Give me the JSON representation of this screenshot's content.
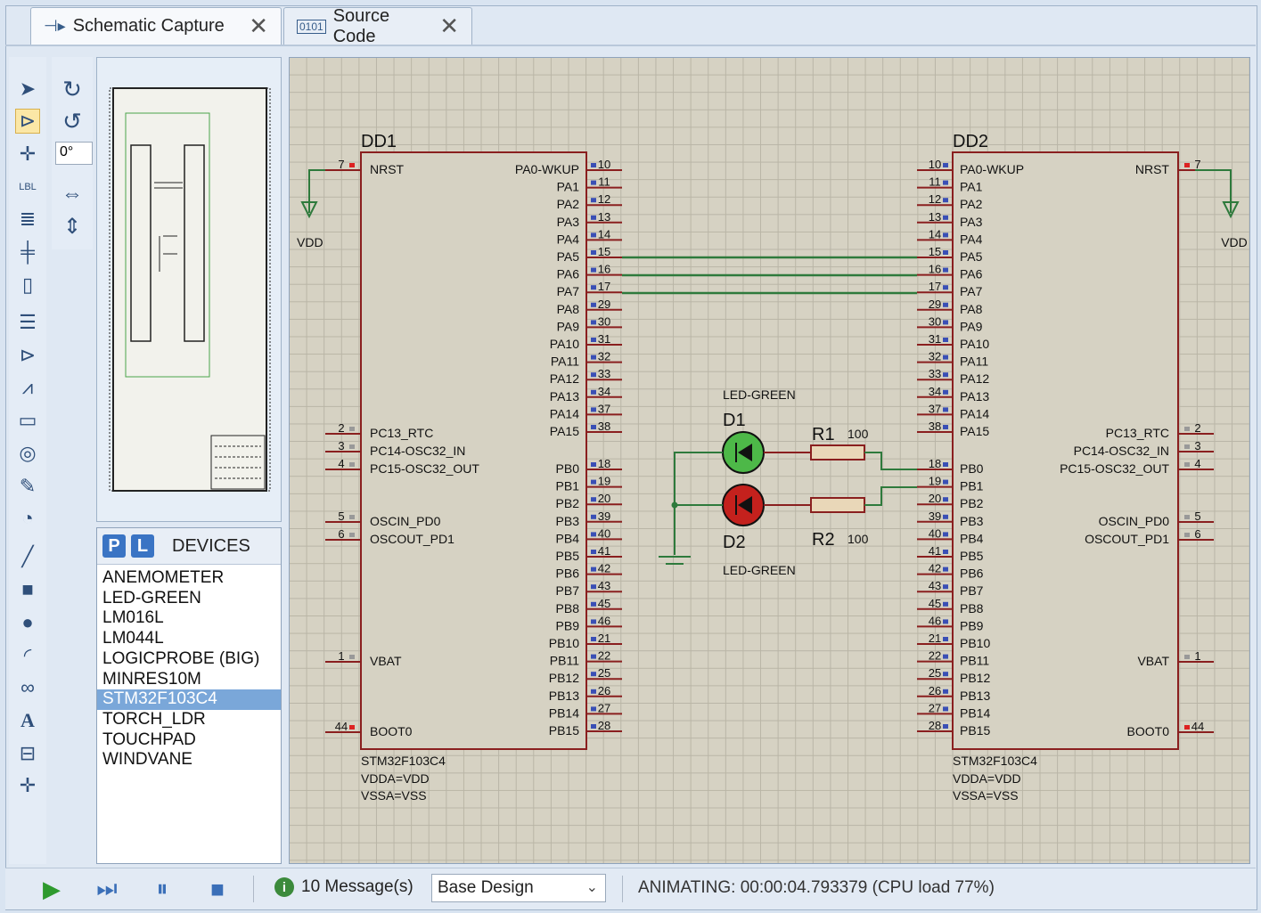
{
  "tabs": {
    "schematic": {
      "label": "Schematic Capture",
      "icon": "schematic-icon"
    },
    "source": {
      "label": "Source Code",
      "icon": "source-code-icon"
    }
  },
  "toolbar": {
    "angle_value": "0°",
    "tools": [
      "selection-mode",
      "component-mode",
      "junction-dot",
      "wire-label",
      "text-script",
      "buses",
      "subcircuit",
      "terminals",
      "device-pins",
      "graph",
      "tape-recorder",
      "generator",
      "voltage-probe",
      "virtual-instruments",
      "line",
      "box",
      "circle",
      "arc",
      "closed-path",
      "text",
      "symbol",
      "marker"
    ]
  },
  "devices": {
    "pick_label": "P",
    "library_label": "L",
    "title": "DEVICES",
    "items": [
      "ANEMOMETER",
      "LED-GREEN",
      "LM016L",
      "LM044L",
      "LOGICPROBE (BIG)",
      "MINRES10M",
      "STM32F103C4",
      "TORCH_LDR",
      "TOUCHPAD",
      "WINDVANE"
    ],
    "selected": "STM32F103C4"
  },
  "schematic": {
    "dd1": {
      "ref": "DD1",
      "part": "STM32F103C4",
      "vdda": "VDDA=VDD",
      "vssa": "VSSA=VSS"
    },
    "dd2": {
      "ref": "DD2",
      "part": "STM32F103C4",
      "vdda": "VDDA=VDD",
      "vssa": "VSSA=VSS"
    },
    "vdd_label": "VDD",
    "left_pins": [
      {
        "num": "7",
        "name": "NRST"
      },
      {
        "num": "2",
        "name": "PC13_RTC"
      },
      {
        "num": "3",
        "name": "PC14-OSC32_IN"
      },
      {
        "num": "4",
        "name": "PC15-OSC32_OUT"
      },
      {
        "num": "5",
        "name": "OSCIN_PD0"
      },
      {
        "num": "6",
        "name": "OSCOUT_PD1"
      },
      {
        "num": "1",
        "name": "VBAT"
      },
      {
        "num": "44",
        "name": "BOOT0"
      }
    ],
    "port_pins": [
      {
        "num": "10",
        "name": "PA0-WKUP"
      },
      {
        "num": "11",
        "name": "PA1"
      },
      {
        "num": "12",
        "name": "PA2"
      },
      {
        "num": "13",
        "name": "PA3"
      },
      {
        "num": "14",
        "name": "PA4"
      },
      {
        "num": "15",
        "name": "PA5"
      },
      {
        "num": "16",
        "name": "PA6"
      },
      {
        "num": "17",
        "name": "PA7"
      },
      {
        "num": "29",
        "name": "PA8"
      },
      {
        "num": "30",
        "name": "PA9"
      },
      {
        "num": "31",
        "name": "PA10"
      },
      {
        "num": "32",
        "name": "PA11"
      },
      {
        "num": "33",
        "name": "PA12"
      },
      {
        "num": "34",
        "name": "PA13"
      },
      {
        "num": "37",
        "name": "PA14"
      },
      {
        "num": "38",
        "name": "PA15"
      },
      {
        "num": "18",
        "name": "PB0"
      },
      {
        "num": "19",
        "name": "PB1"
      },
      {
        "num": "20",
        "name": "PB2"
      },
      {
        "num": "39",
        "name": "PB3"
      },
      {
        "num": "40",
        "name": "PB4"
      },
      {
        "num": "41",
        "name": "PB5"
      },
      {
        "num": "42",
        "name": "PB6"
      },
      {
        "num": "43",
        "name": "PB7"
      },
      {
        "num": "45",
        "name": "PB8"
      },
      {
        "num": "46",
        "name": "PB9"
      },
      {
        "num": "21",
        "name": "PB10"
      },
      {
        "num": "22",
        "name": "PB11"
      },
      {
        "num": "25",
        "name": "PB12"
      },
      {
        "num": "26",
        "name": "PB13"
      },
      {
        "num": "27",
        "name": "PB14"
      },
      {
        "num": "28",
        "name": "PB15"
      }
    ],
    "d1": {
      "ref": "D1",
      "value": "LED-GREEN",
      "state": "on"
    },
    "d2": {
      "ref": "D2",
      "value": "LED-GREEN",
      "state": "off"
    },
    "r1": {
      "ref": "R1",
      "value": "100"
    },
    "r2": {
      "ref": "R2",
      "value": "100"
    },
    "colors": {
      "wire": "#2e7a3c",
      "body": "#d6d2c3",
      "outline": "#8a1f1f",
      "led_on": "#4db848",
      "led_off": "#c4211d"
    }
  },
  "status": {
    "messages": "10 Message(s)",
    "design": "Base Design",
    "animation": "ANIMATING: 00:00:04.793379 (CPU load 77%)"
  }
}
